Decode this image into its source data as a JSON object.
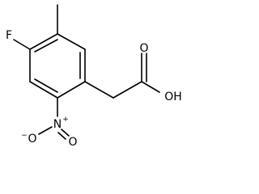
{
  "molecule": {
    "atoms": {
      "fluorine": "F",
      "hydroxyl": "OH",
      "carbonyl_oxygen": "O",
      "nitro_nitrogen": "N",
      "nitro_plus": "+",
      "nitro_oxygen_down": "O",
      "nitro_oxygen_left": "O",
      "nitro_minus": "−"
    }
  }
}
